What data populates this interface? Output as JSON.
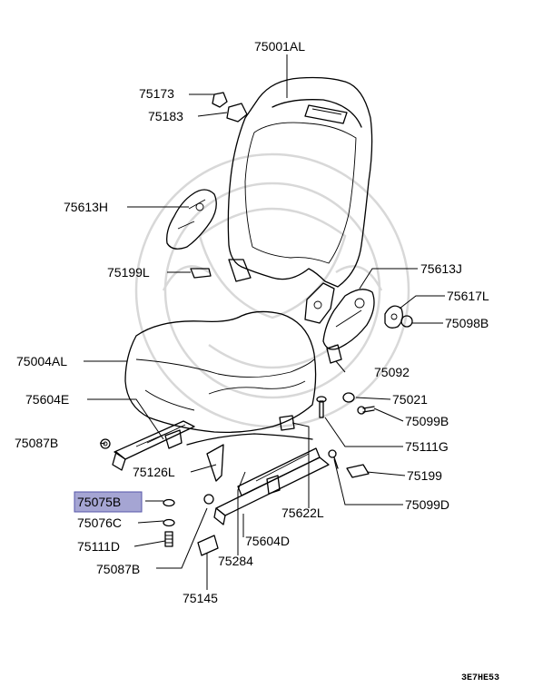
{
  "diagram": {
    "code": "3E7HE53",
    "highlight_color": "#a5a5d3",
    "callouts": [
      {
        "id": "75001AL",
        "label": "75001AL"
      },
      {
        "id": "75173",
        "label": "75173"
      },
      {
        "id": "75183",
        "label": "75183"
      },
      {
        "id": "75613H",
        "label": "75613H"
      },
      {
        "id": "75199L",
        "label": "75199L"
      },
      {
        "id": "75613J",
        "label": "75613J"
      },
      {
        "id": "75617L",
        "label": "75617L"
      },
      {
        "id": "75098B",
        "label": "75098B"
      },
      {
        "id": "75004AL",
        "label": "75004AL"
      },
      {
        "id": "75092",
        "label": "75092"
      },
      {
        "id": "75604E",
        "label": "75604E"
      },
      {
        "id": "75021",
        "label": "75021"
      },
      {
        "id": "75099B",
        "label": "75099B"
      },
      {
        "id": "75087B_top",
        "label": "75087B"
      },
      {
        "id": "75111G",
        "label": "75111G"
      },
      {
        "id": "75126L",
        "label": "75126L"
      },
      {
        "id": "75199",
        "label": "75199"
      },
      {
        "id": "75075B",
        "label": "75075B",
        "highlighted": true
      },
      {
        "id": "75622L",
        "label": "75622L"
      },
      {
        "id": "75099D",
        "label": "75099D"
      },
      {
        "id": "75076C",
        "label": "75076C"
      },
      {
        "id": "75604D",
        "label": "75604D"
      },
      {
        "id": "75111D",
        "label": "75111D"
      },
      {
        "id": "75284",
        "label": "75284"
      },
      {
        "id": "75087B_bottom",
        "label": "75087B"
      },
      {
        "id": "75145",
        "label": "75145"
      }
    ]
  }
}
